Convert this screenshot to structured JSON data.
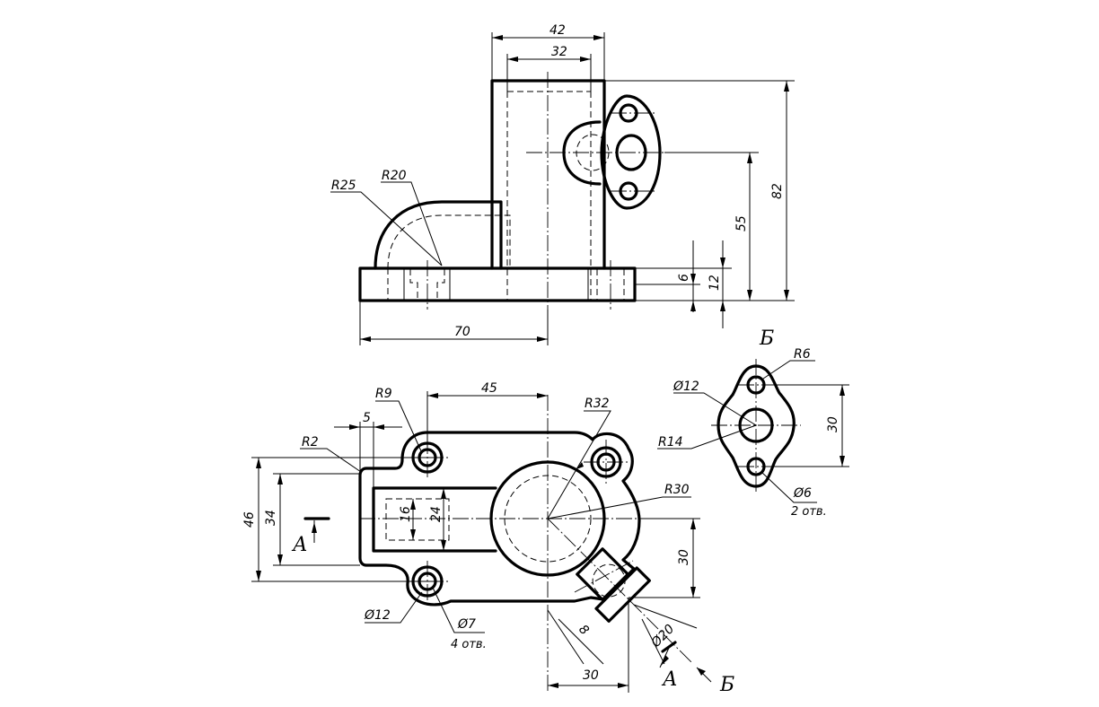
{
  "dimensions": {
    "top_42": "42",
    "top_32": "32",
    "h_82": "82",
    "h_55": "55",
    "h_12": "12",
    "h_6": "6",
    "w_70": "70",
    "r25": "R25",
    "r20": "R20",
    "r9": "R9",
    "d45": "45",
    "d5": "5",
    "r2": "R2",
    "r32": "R32",
    "r30": "R30",
    "d46": "46",
    "d34": "34",
    "d16": "16",
    "d24": "24",
    "d30v": "30",
    "d30h": "30",
    "d8": "8",
    "dia20": "Ø20",
    "dia12_plan": "Ø12",
    "dia7": "Ø7",
    "holes4": "4 отв.",
    "r6": "R6",
    "dia12_view": "Ø12",
    "r14": "R14",
    "d30_view": "30",
    "dia6": "Ø6",
    "holes2": "2 отв."
  },
  "labels": {
    "view_b": "Б",
    "section_a_left": "А",
    "section_a_right": "А",
    "arrow_b": "Б"
  }
}
